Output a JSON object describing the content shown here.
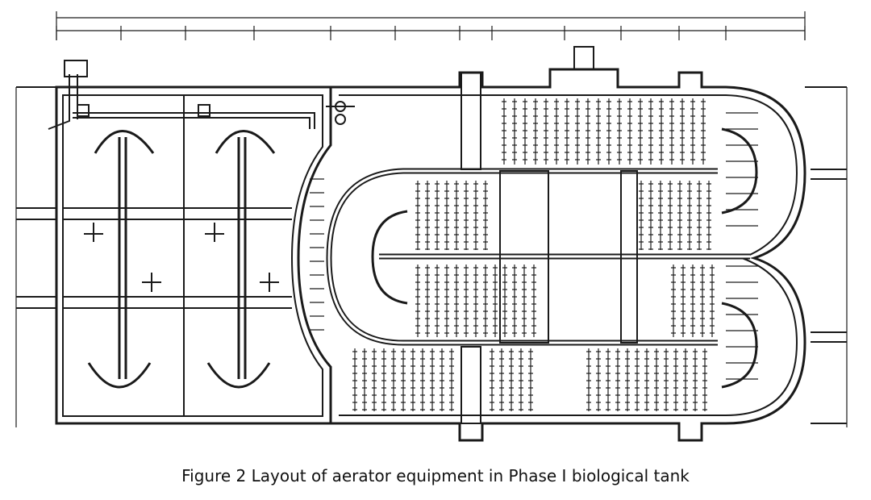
{
  "figure": {
    "caption": "Figure 2 Layout of aerator equipment in Phase I biological tank"
  },
  "colors": {
    "line": "#1a1a1a",
    "background": "#ffffff"
  },
  "icons": {
    "aerator": "disc-diffuser-marker",
    "equipment": "valve-box"
  }
}
